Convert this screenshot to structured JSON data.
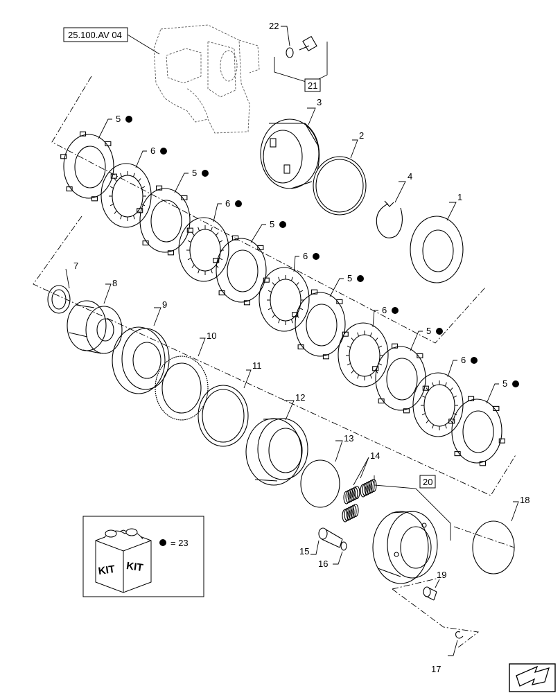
{
  "diagram": {
    "reference_box": "25.100.AV 04",
    "boxed_labels": [
      "21",
      "20"
    ],
    "callouts": {
      "c1": "1",
      "c2": "2",
      "c3": "3",
      "c4": "4",
      "c5a": "5",
      "c5b": "5",
      "c5c": "5",
      "c5d": "5",
      "c5e": "5",
      "c5f": "5",
      "c6a": "6",
      "c6b": "6",
      "c6c": "6",
      "c6d": "6",
      "c6e": "6",
      "c7": "7",
      "c8": "8",
      "c9": "9",
      "c10": "10",
      "c11": "11",
      "c12": "12",
      "c13": "13",
      "c14": "14",
      "c15": "15",
      "c16": "16",
      "c17": "17",
      "c18": "18",
      "c19": "19",
      "c22": "22"
    },
    "kit_legend": {
      "label_left": "KIT",
      "label_right": "KIT",
      "equals": "= 23"
    },
    "nav_icon": "next-arrow-icon"
  }
}
